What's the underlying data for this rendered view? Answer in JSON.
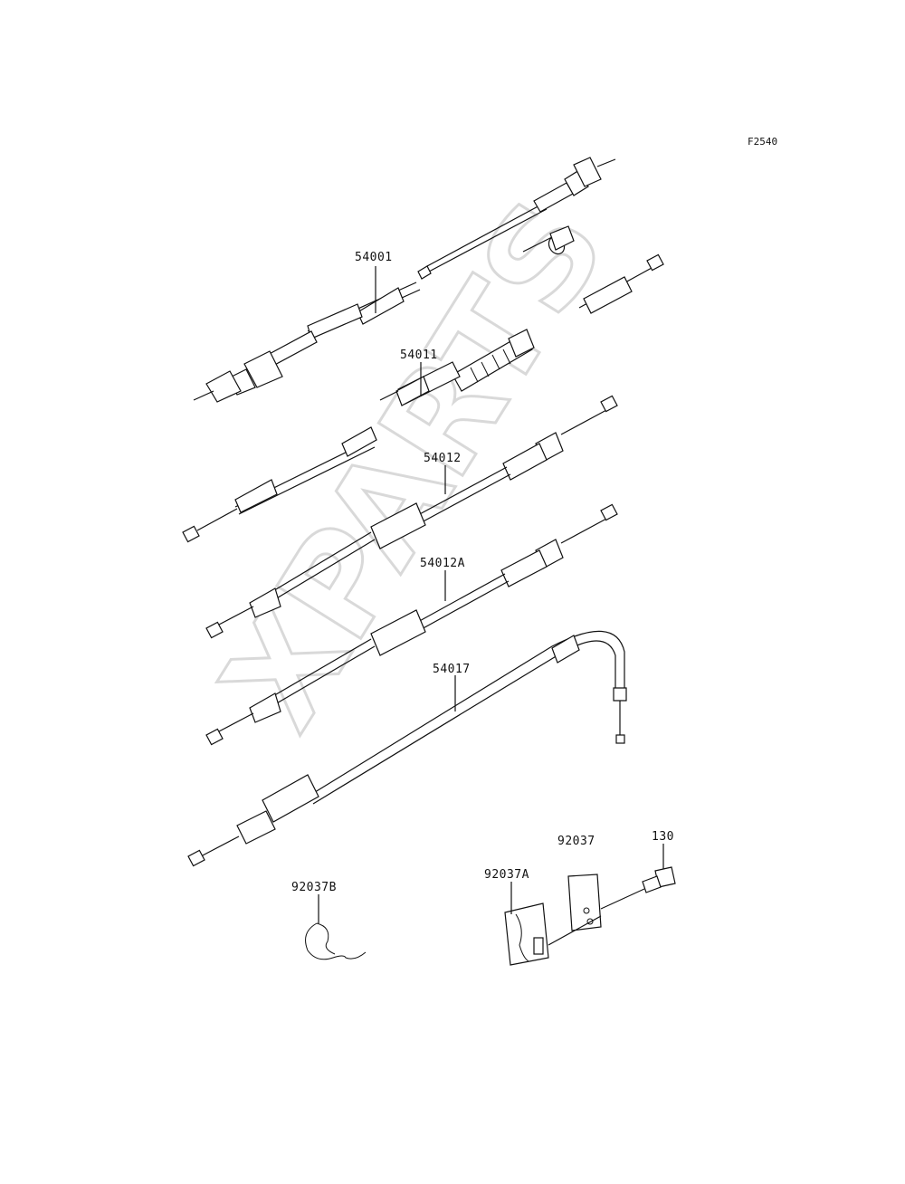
{
  "figure_code": "F2540",
  "watermark": "XPARTS",
  "parts": [
    {
      "number": "54001"
    },
    {
      "number": "54011"
    },
    {
      "number": "54012"
    },
    {
      "number": "54012A"
    },
    {
      "number": "54017"
    },
    {
      "number": "92037B"
    },
    {
      "number": "92037A"
    },
    {
      "number": "92037"
    },
    {
      "number": "130"
    }
  ]
}
